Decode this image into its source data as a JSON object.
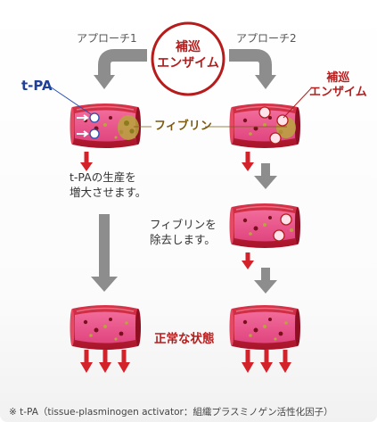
{
  "center_label": [
    "補巡",
    "エンザイム"
  ],
  "approach1": "アプローチ1",
  "approach2": "アプローチ2",
  "tpa_label": "t-PA",
  "enzyme_label": [
    "補巡",
    "エンザイム"
  ],
  "fibrin_label": "フィブリン",
  "step_tpa": [
    "t-PAの生産を",
    "増大させます。"
  ],
  "step_fibrin": [
    "フィブリンを",
    "除去します。"
  ],
  "normal_state": "正常な状態",
  "footnote": "※ t-PA（tissue-plasminogen activator：組織プラスミノゲン活性化因子）",
  "colors": {
    "artery_red": "#c7223a",
    "blood": "#e9508b",
    "arrow_gray": "#8d8d8d",
    "brand_red": "#b71c1c",
    "fibrin": "#b9a43d"
  }
}
